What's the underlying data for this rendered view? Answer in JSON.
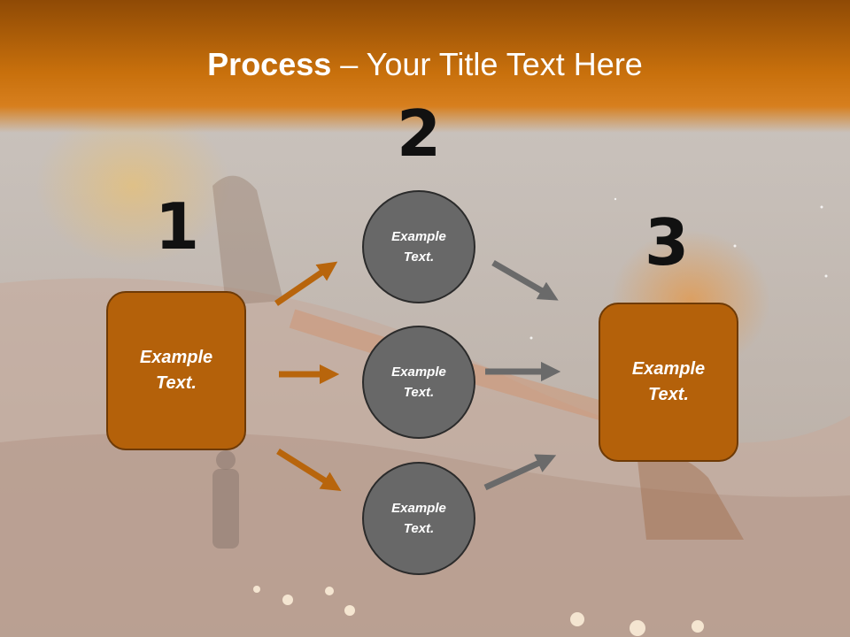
{
  "title": {
    "bold": "Process",
    "rest": " – Your Title Text Here"
  },
  "steps": [
    {
      "number": "1",
      "text": "Example\nText."
    },
    {
      "number": "2",
      "texts": [
        "Example\nText.",
        "Example\nText.",
        "Example\nText."
      ]
    },
    {
      "number": "3",
      "text": "Example\nText."
    }
  ],
  "colors": {
    "accent_orange": "#b4610a",
    "circle_gray": "#686868",
    "arrow_orange": "#b8650c",
    "arrow_gray": "#6a6a6a"
  }
}
